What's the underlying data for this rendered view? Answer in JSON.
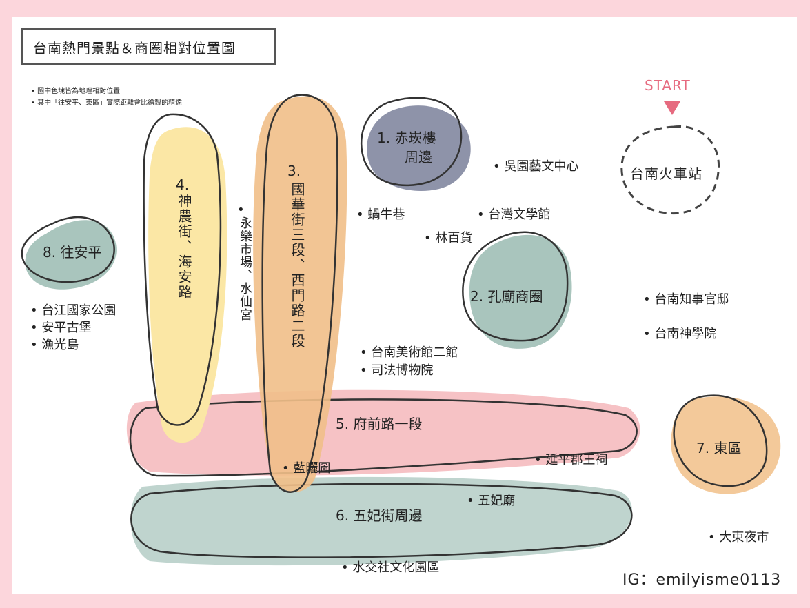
{
  "title": "台南熱門景點＆商圈相對位置圖",
  "notes": [
    "• 圖中色塊皆為地理相對位置",
    "• 其中「往安平、東區」實際距離會比繪製的精遠"
  ],
  "start_label": "START",
  "station_label": "台南火車站",
  "ig_credit": "IG：emilyisme0113",
  "areas": {
    "a1_line1": "1. 赤崁樓",
    "a1_line2": "周邊",
    "a2": "2. 孔廟商圈",
    "a3_num": "3.",
    "a3_text": "國華街三段、西門路二段",
    "a4_num": "4.",
    "a4_text": "神農街、海安路",
    "a5": "5. 府前路一段",
    "a6": "6. 五妃街周邊",
    "a7": "7. 東區",
    "a8": "8. 往安平"
  },
  "spots": {
    "wuyuan": "• 吳園藝文中心",
    "woniu": "• 蝸牛巷",
    "taiwan_lit": "• 台灣文學館",
    "linbai": "• 林百貨",
    "zhishi": "• 台南知事官邸",
    "shenxue": "• 台南神學院",
    "art2": "• 台南美術館二館",
    "justice": "• 司法博物院",
    "yanping": "• 延平郡王祠",
    "lanshai": "• 藍曬圖",
    "wufei": "• 五妃廟",
    "dadong": "• 大東夜市",
    "shuijiao": "• 水交社文化園區",
    "taijiang": "• 台江國家公園",
    "anping": "• 安平古堡",
    "yuguang": "• 漁光島",
    "yongle_dot": "•",
    "yongle": "永樂市場、水仙宮"
  },
  "colors": {
    "frame": "#fcd6dc",
    "slate": "#8e93a9",
    "sage": "#a9c5bd",
    "peach": "#f1bf88",
    "pink": "#f4b3b7",
    "yellow": "#fbe7a5",
    "start": "#e66a7f"
  }
}
